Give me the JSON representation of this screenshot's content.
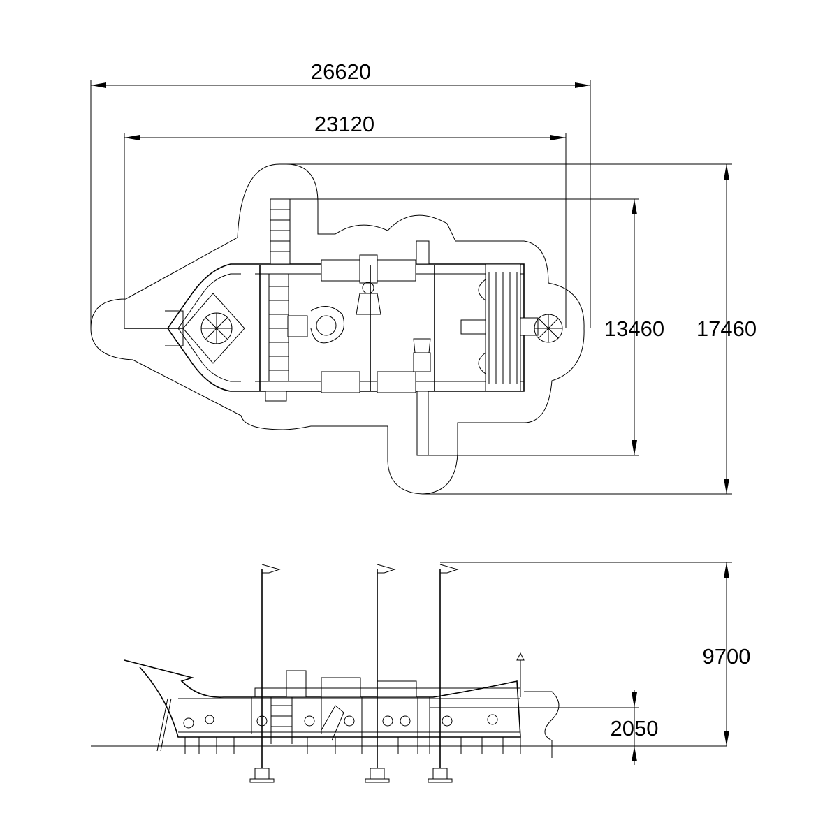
{
  "plan_view": {
    "overall_length": "26620",
    "structure_length": "23120",
    "structure_width": "13460",
    "overall_width": "17460"
  },
  "elevation_view": {
    "total_height": "9700",
    "platform_height": "2050"
  }
}
